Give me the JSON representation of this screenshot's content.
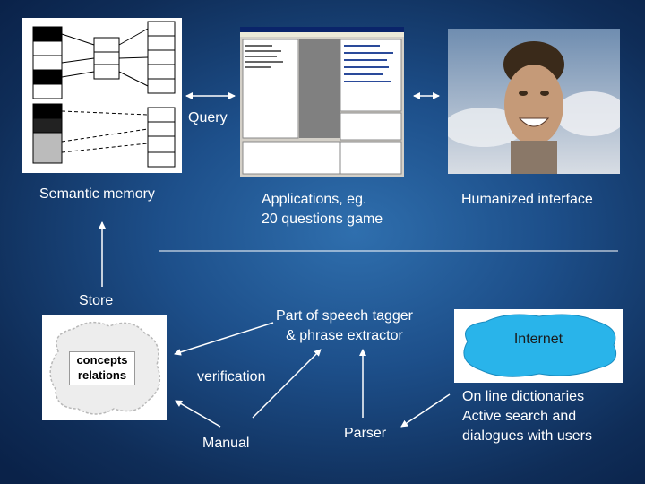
{
  "labels": {
    "query": "Query",
    "semantic_memory": "Semantic memory",
    "applications_line1": "Applications, eg.",
    "applications_line2": "20 questions game",
    "humanized_interface": "Humanized interface",
    "store": "Store",
    "pos_line1": "Part of speech tagger",
    "pos_line2": "& phrase extractor",
    "verification": "verification",
    "manual": "Manual",
    "parser": "Parser",
    "online_line1": "On line dictionaries",
    "online_line2": "Active search and",
    "online_line3": "dialogues with users"
  },
  "cloud_box": {
    "line1": "concepts",
    "line2": "relations"
  },
  "internet_box": {
    "label": "Internet"
  },
  "colors": {
    "internet_fill": "#29b4ea",
    "arrow": "#ffffff"
  }
}
